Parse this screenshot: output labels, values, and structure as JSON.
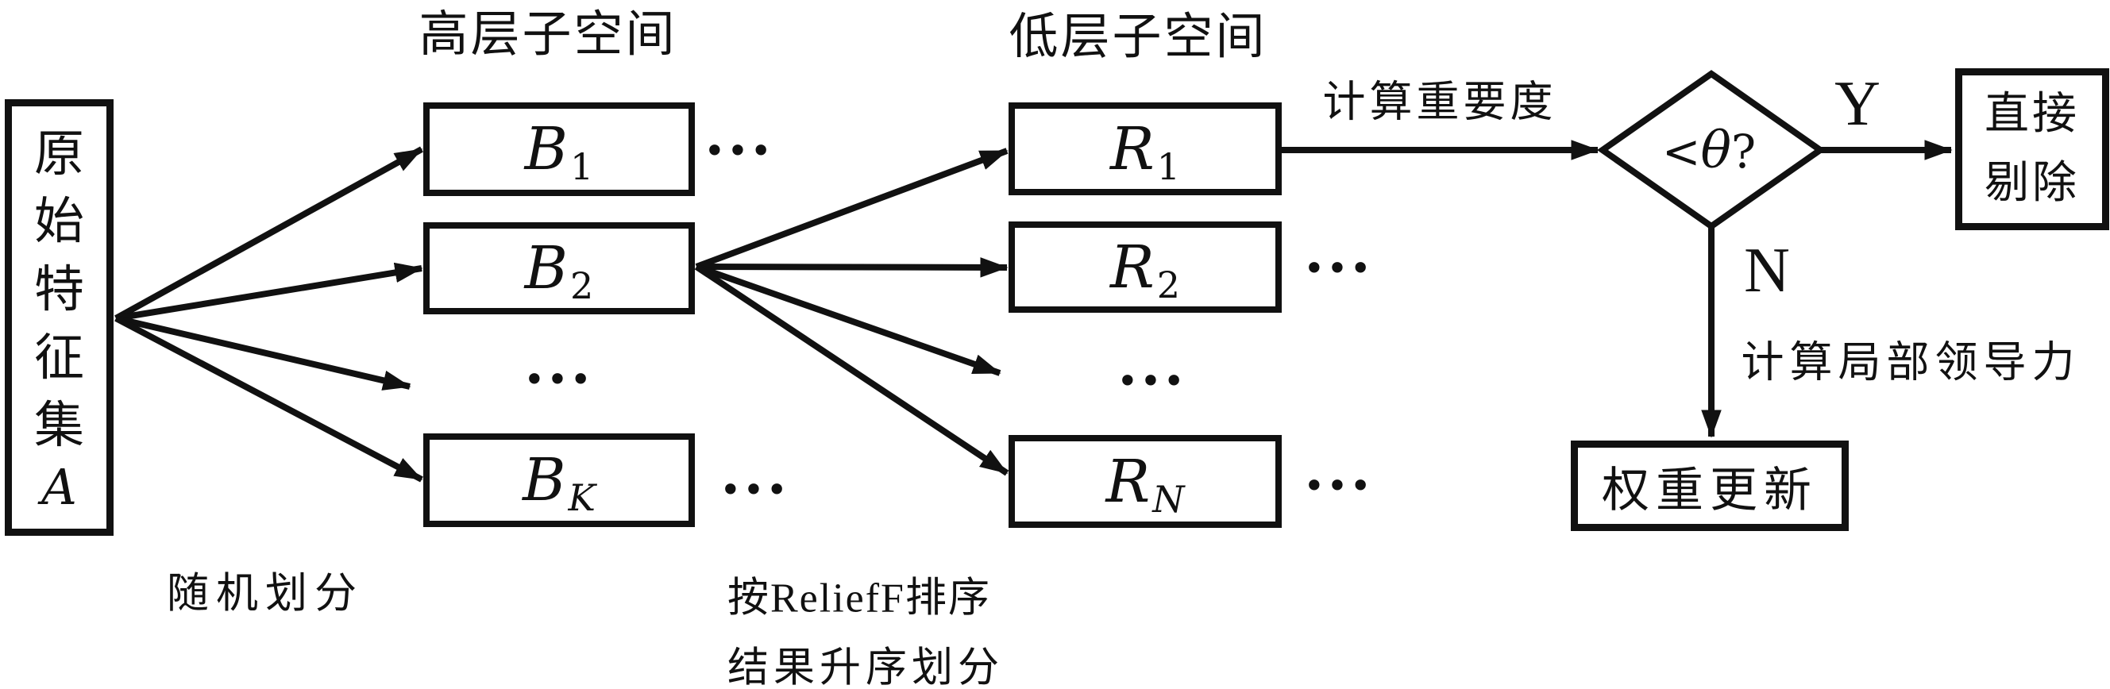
{
  "figure": {
    "background": "#ffffff",
    "ink": "#111111"
  },
  "labels": {
    "high_subspace_title": "高层子空间",
    "low_subspace_title": "低层子空间",
    "random_partition": "随机划分",
    "relieff_sort_line1": "按ReliefF排序",
    "relieff_sort_line2": "结果升序划分",
    "compute_importance": "计算重要度",
    "compute_local_leadership": "计算局部领导力",
    "branch_yes": "Y",
    "branch_no": "N",
    "ellipsis": "•••"
  },
  "nodes": {
    "original_feature_set": {
      "text": "原始特征集",
      "variable": "A"
    },
    "b1": {
      "base": "B",
      "sub": "1"
    },
    "b2": {
      "base": "B",
      "sub": "2"
    },
    "bk": {
      "base": "B",
      "sub": "K"
    },
    "r1": {
      "base": "R",
      "sub": "1"
    },
    "r2": {
      "base": "R",
      "sub": "2"
    },
    "rn": {
      "base": "R",
      "sub": "N"
    },
    "decision": {
      "lt": "<",
      "theta": "θ",
      "question": "?"
    },
    "direct_remove": {
      "line1": "直接",
      "line2": "剔除"
    },
    "weight_update": {
      "text": "权重更新"
    }
  }
}
